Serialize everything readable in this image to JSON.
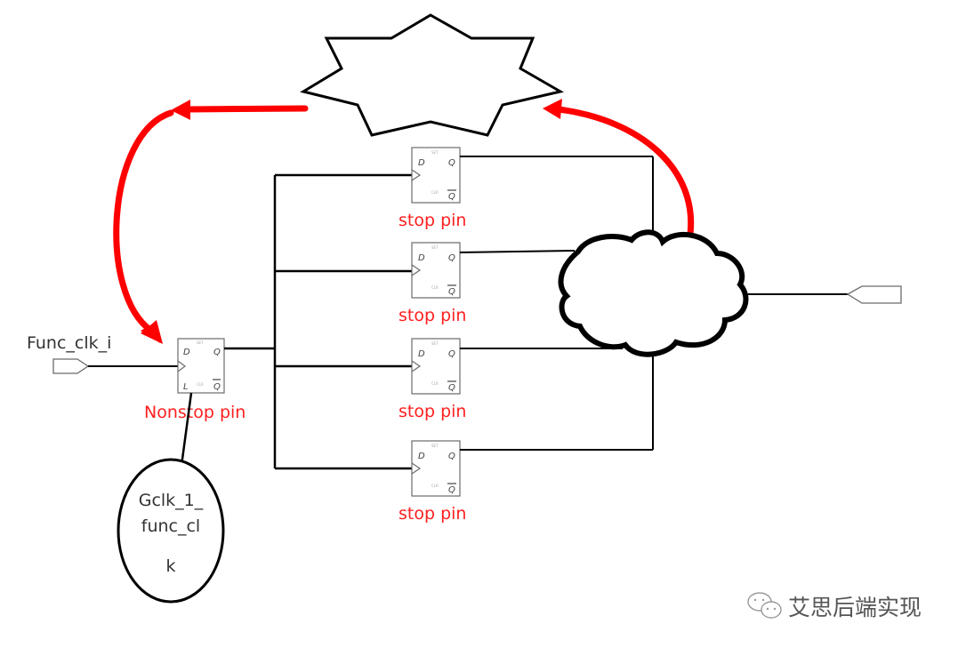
{
  "diagram": {
    "input_port_label": "Func_clk_i",
    "nonstop_ff": {
      "label": "Nonstop pin",
      "pins": {
        "d": "D",
        "q": "Q",
        "qbar": "Q",
        "set": "SET",
        "clr": "CLR",
        "clk_pin": "L"
      }
    },
    "stop_ffs": [
      {
        "label": "stop pin",
        "pins": {
          "d": "D",
          "q": "Q",
          "qbar": "Q",
          "set": "SET",
          "clr": "CLR"
        }
      },
      {
        "label": "stop pin",
        "pins": {
          "d": "D",
          "q": "Q",
          "qbar": "Q",
          "set": "SET",
          "clr": "CLR"
        }
      },
      {
        "label": "stop pin",
        "pins": {
          "d": "D",
          "q": "Q",
          "qbar": "Q",
          "set": "SET",
          "clr": "CLR"
        }
      },
      {
        "label": "stop pin",
        "pins": {
          "d": "D",
          "q": "Q",
          "qbar": "Q",
          "set": "SET",
          "clr": "CLR"
        }
      }
    ],
    "clock_gen_ellipse": {
      "lines": [
        "Gclk_1_",
        "func_cl",
        "k"
      ]
    },
    "shapes": {
      "starburst": "star-shape",
      "cloud": "cloud-shape",
      "output_port": "output-port"
    },
    "colors": {
      "arrow": "#ff0000",
      "label_red": "#ff2020",
      "wire": "#000000",
      "ff_border": "#6b6b6b"
    }
  },
  "watermark": {
    "icon": "wechat-icon",
    "text": "艾思后端实现"
  }
}
